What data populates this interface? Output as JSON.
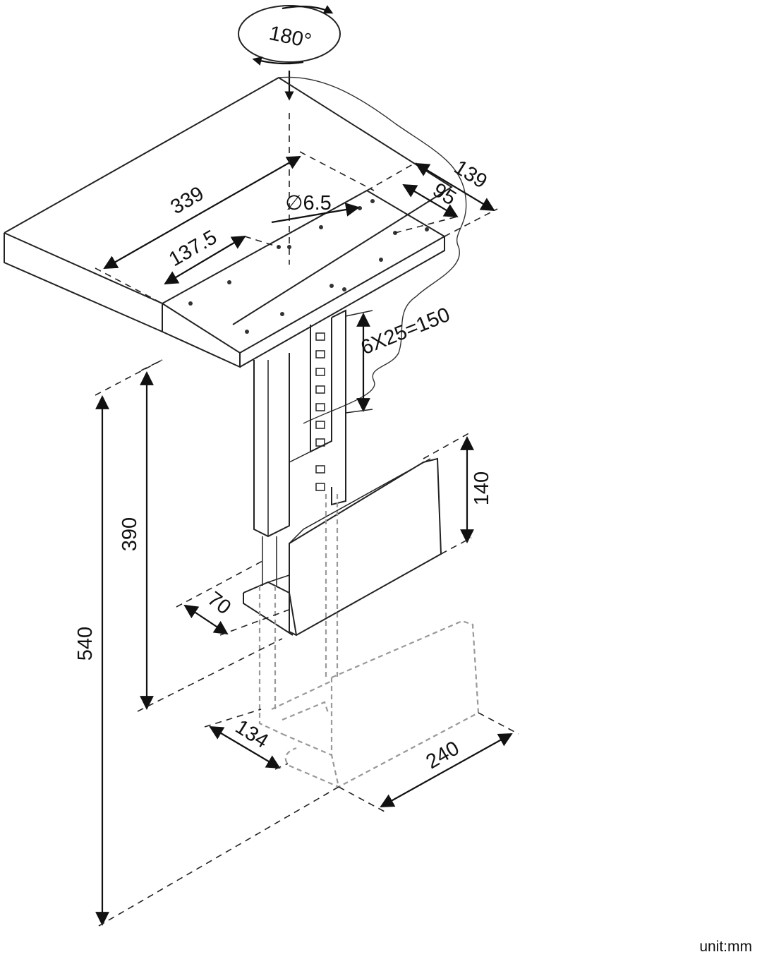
{
  "diagram": {
    "rotation_label": "180°",
    "hole_label": "∅6.5",
    "dimensions": {
      "d339": "339",
      "d137_5": "137.5",
      "d139": "139",
      "d95": "95",
      "d_slots": "6X25=150",
      "d140": "140",
      "d390": "390",
      "d540": "540",
      "d70": "70",
      "d134": "134",
      "d240": "240"
    },
    "unit_label": "unit:mm"
  }
}
